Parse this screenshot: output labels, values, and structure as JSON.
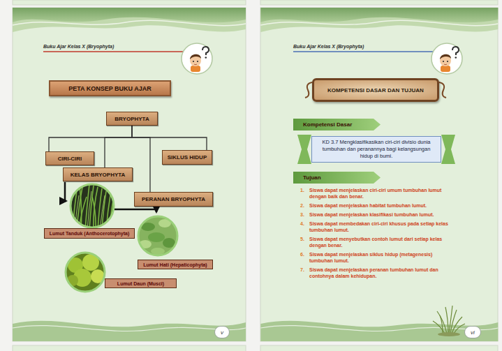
{
  "diagram": {
    "nodes": [
      {
        "text": [
          "PETA KONSEP BUKU AJAR"
        ]
      },
      {
        "text": [
          "BRYOPHYTA"
        ]
      },
      {
        "text": [
          "CIRI-CIRI"
        ]
      },
      {
        "text": [
          "KELAS BRYOPHYTA"
        ]
      },
      {
        "text": [
          "SIKLUS HIDUP"
        ]
      },
      {
        "text": [
          "PERANAN BRYOPHYTA"
        ]
      },
      {
        "text": [
          "Lumut Tanduk (Anthocerotophyta)"
        ]
      },
      {
        "text": [
          "Lumut Hati (Hepaticophyta)"
        ]
      },
      {
        "text": [
          "Lumut Daun (Musci)"
        ]
      },
      {
        "text": [
          "v"
        ]
      },
      {
        "text": [
          "KOMPETENSI DASAR DAN TUJUAN"
        ]
      },
      {
        "text": [
          "Kompetensi Dasar"
        ]
      },
      {
        "text": [
          "KD 3.7 Mengklasifikasikan ciri-ciri divisio dunia tumbuhan dan peranannya bagi kelangsungan hidup di bumi."
        ]
      },
      {
        "text": [
          "Tujuan"
        ]
      },
      {
        "text": [
          "vi"
        ]
      }
    ],
    "edges": [
      {
        "from": 1,
        "to": 2,
        "arrow": "none"
      },
      {
        "from": 1,
        "to": 3,
        "arrow": "none"
      },
      {
        "from": 1,
        "to": 4,
        "arrow": "none"
      },
      {
        "from": 1,
        "to": 5,
        "arrow": "none"
      }
    ],
    "labels": [
      "Buku Ajar Kelas X (Bryophyta)",
      "Buku Ajar Kelas X (Bryophyta)",
      "1.",
      "Siswa dapat menjelaskan ciri-ciri umum tumbuhan lumut dengan baik dan benar.",
      "2.",
      "Siswa dapat menjelaskan habitat tumbuhan lumut.",
      "3.",
      "Siswa dapat menjelaskan klasifikasi tumbuhan lumut.",
      "4.",
      "Siswa dapat membedakan ciri-ciri khusus pada setiap kelas tumbuhan lumut.",
      "5.",
      "Siswa dapat menyebutkan contoh lumut dari setiap kelas dengan benar.",
      "6.",
      "Siswa dapat menjelaskan siklus hidup (metagenesis) tumbuhan lumut.",
      "7.",
      "Siswa dapat menjelaskan peranan tumbuhan lumut dan contohnya dalam kehidupan."
    ]
  }
}
